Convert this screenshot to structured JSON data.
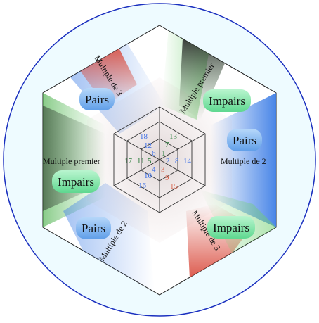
{
  "colors": {
    "ring_stroke": "#1a2fbf",
    "ring_fill": "#eefbff",
    "blue": "#3f7fe6",
    "green": "#6fcf6f",
    "red": "#d94a3c",
    "dark": "#2a2a2a",
    "num_blue": "#3b6ee6",
    "num_green": "#2f7f3f",
    "num_red": "#d9664f",
    "pill_blue": "#8fc0f2",
    "pill_green": "#84e6ae"
  },
  "tags": {
    "pairs_top_left": "Pairs",
    "impairs_top_right": "Impairs",
    "pairs_right": "Pairs",
    "impairs_left": "Impairs",
    "pairs_bottom_left": "Pairs",
    "impairs_bottom_right": "Impairs"
  },
  "labels": {
    "multiple_de_3_top": "Multiple de 3",
    "multiple_premier_top": "Multiple premier",
    "multiple_de_2_right": "Multiple de 2",
    "multiple_premier_left": "Multiple premier",
    "multiple_de_2_bottom": "Multiple de 2",
    "multiple_de_3_bottom": "Multiple de 3"
  },
  "numbers": {
    "n1": "1",
    "n2": "2",
    "n3": "3",
    "n4": "4",
    "n5": "5",
    "n6": "6",
    "n7": "7",
    "n8": "8",
    "n9": "9",
    "n10": "10",
    "n11": "11",
    "n12": "12",
    "n13": "13",
    "n14": "14",
    "n15": "15",
    "n16": "16",
    "n17": "17",
    "n18": "18"
  }
}
